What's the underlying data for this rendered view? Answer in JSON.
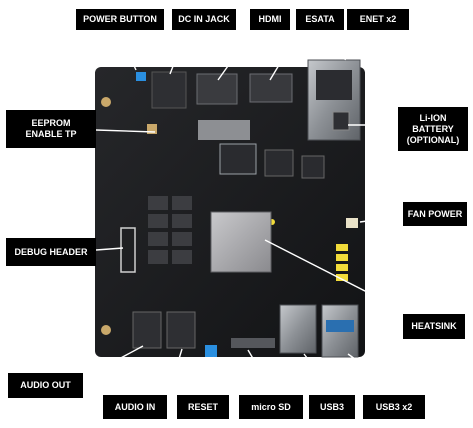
{
  "labels": {
    "power_button": "POWER BUTTON",
    "dc_in_jack": "DC IN JACK",
    "hdmi": "HDMI",
    "esata": "ESATA",
    "enet_x2": "ENET x2",
    "eeprom_enable_tp": "EEPROM\nENABLE TP",
    "li_ion_battery": "Li-ION\nBATTERY\n(OPTIONAL)",
    "fan_power": "FAN POWER",
    "debug_header": "DEBUG HEADER",
    "heatsink": "HEATSINK",
    "audio_out": "AUDIO OUT",
    "audio_in": "AUDIO IN",
    "reset": "RESET",
    "micro_sd": "micro SD",
    "usb3": "USB3",
    "usb3_x2": "USB3 x2"
  },
  "colors": {
    "board": "#1b1c1e",
    "label_bg": "#000000",
    "label_text": "#ffffff",
    "leader_line": "#ffffff",
    "led_yellow": "#f2dc3a",
    "power_button_blue": "#2a8fe0",
    "ethernet_metal": "#8d9196"
  }
}
